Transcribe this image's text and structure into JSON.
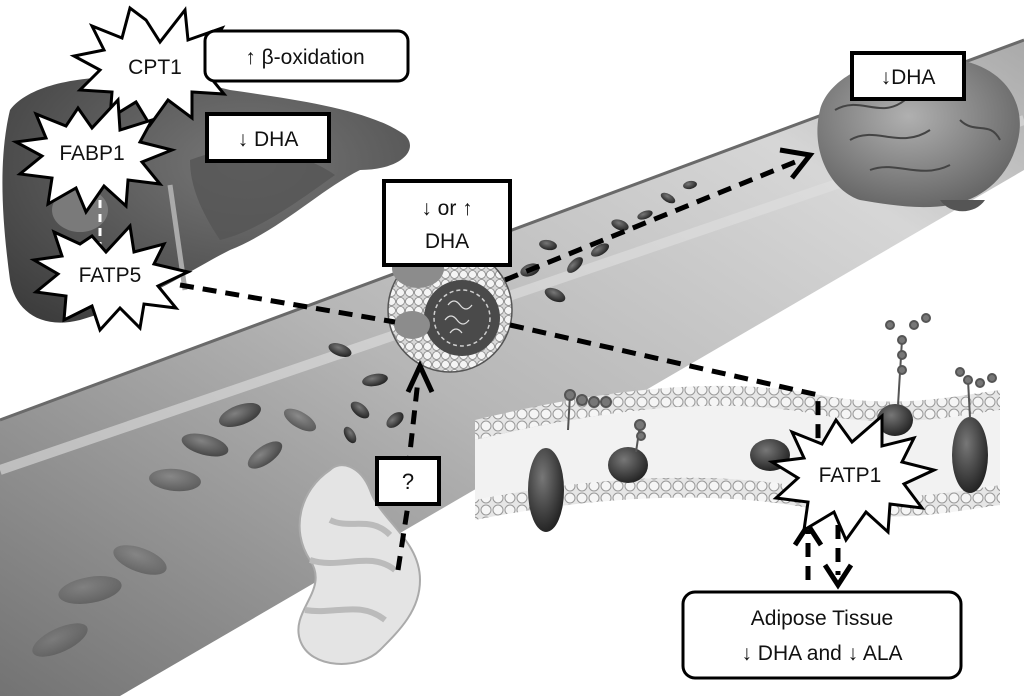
{
  "labels": {
    "cpt1": "CPT1",
    "beta_oxidation": "↑ β-oxidation",
    "fabp1": "FABP1",
    "liver_dha": "↓ DHA",
    "fatp5": "FATP5",
    "brain_dha": "↓DHA",
    "lipoprotein_dha_line1": "↓ or ↑",
    "lipoprotein_dha_line2": "DHA",
    "intestine_unknown": "?",
    "fatp1": "FATP1",
    "adipose_line1": "Adipose Tissue",
    "adipose_line2": "↓ DHA and ↓ ALA"
  },
  "colors": {
    "background": "#ffffff",
    "organ_dark": "#4a4a4a",
    "organ_mid": "#8a8a8a",
    "vessel": "#b5b5b5",
    "box_fill": "#ffffff",
    "stroke": "#000000"
  }
}
